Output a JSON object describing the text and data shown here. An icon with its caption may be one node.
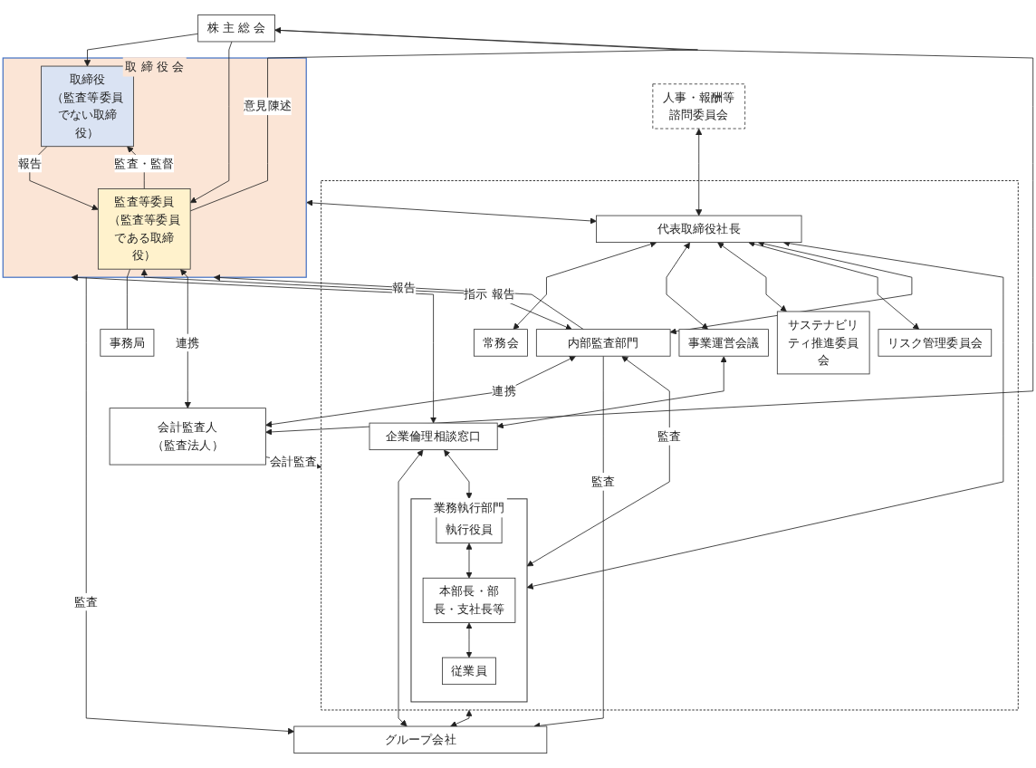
{
  "diagram": {
    "nodes": [
      {
        "text": [
          "株 主 総 会"
        ]
      },
      {
        "text": [
          "取 締 役 会"
        ]
      },
      {
        "text": [
          "取締役",
          "（監査等委員でない取締役）"
        ],
        "in": 1
      },
      {
        "text": [
          "監査等委員",
          "（監査等委員である取締役）"
        ],
        "in": 1
      },
      {
        "text": [
          "事務局"
        ]
      },
      {
        "text": [
          "人事・報酬等諮問委員会"
        ]
      },
      {
        "text": [],
        "shape": "box"
      },
      {
        "text": [
          "代表取締役社長"
        ],
        "in": 6
      },
      {
        "text": [
          "業務執行部門"
        ],
        "in": 6
      },
      {
        "text": [
          "執行役員"
        ],
        "in": 8
      },
      {
        "text": [
          "本部長・部長・支社長等"
        ],
        "in": 8
      },
      {
        "text": [
          "従業員"
        ],
        "in": 8
      },
      {
        "text": [
          "常務会"
        ],
        "in": 6
      },
      {
        "text": [
          "事業運営会議"
        ],
        "in": 6
      },
      {
        "text": [
          "サステナビリティ推進委員会"
        ],
        "in": 6
      },
      {
        "text": [
          "リスク管理委員会"
        ],
        "in": 6
      },
      {
        "text": [
          "内部監査部門"
        ],
        "in": 6
      },
      {
        "text": [
          "企業倫理相談窓口"
        ],
        "in": 6
      },
      {
        "text": [
          "会計監査人",
          "（監査法人）"
        ]
      },
      {
        "text": [
          "グループ会社"
        ]
      }
    ],
    "edges": [
      {
        "from": 0,
        "to": 2,
        "arrow": "to"
      },
      {
        "from": 0,
        "to": 3,
        "arrow": "to"
      },
      {
        "from": 3,
        "to": 0,
        "arrow": "to",
        "label": "意見陳述"
      },
      {
        "from": 3,
        "to": 2,
        "arrow": "to",
        "label": "監査・監督"
      },
      {
        "from": 2,
        "to": 3,
        "arrow": "to",
        "label": "報告"
      },
      {
        "from": 3,
        "to": 4,
        "arrow": "none"
      },
      {
        "from": 1,
        "to": 7,
        "arrow": "both"
      },
      {
        "from": 5,
        "to": 7,
        "arrow": "both"
      },
      {
        "from": 16,
        "to": 1,
        "arrow": "to",
        "label": "報告"
      },
      {
        "from": 3,
        "to": 16,
        "arrow": "both",
        "label": "指示 報告"
      },
      {
        "from": 3,
        "to": 18,
        "arrow": "both",
        "label": "連携"
      },
      {
        "from": 0,
        "to": 18,
        "arrow": "to"
      },
      {
        "from": 1,
        "to": 17,
        "arrow": "both"
      },
      {
        "from": 1,
        "to": 19,
        "arrow": "to",
        "label": "監査"
      },
      {
        "from": 18,
        "to": 6,
        "arrow": "to",
        "label": "会計監査"
      },
      {
        "from": 7,
        "to": 8,
        "arrow": "both"
      },
      {
        "from": 9,
        "to": 10,
        "arrow": "both"
      },
      {
        "from": 10,
        "to": 11,
        "arrow": "both"
      },
      {
        "from": 7,
        "to": 12,
        "arrow": "both"
      },
      {
        "from": 7,
        "to": 13,
        "arrow": "both"
      },
      {
        "from": 7,
        "to": 14,
        "arrow": "both"
      },
      {
        "from": 7,
        "to": 15,
        "arrow": "both"
      },
      {
        "from": 7,
        "to": 16,
        "arrow": "both"
      },
      {
        "from": 8,
        "to": 16,
        "arrow": "both",
        "label": "監査"
      },
      {
        "from": 8,
        "to": 17,
        "arrow": "both"
      },
      {
        "from": 13,
        "to": 17,
        "arrow": "both"
      },
      {
        "from": 16,
        "to": 18,
        "arrow": "both",
        "label": "連携"
      },
      {
        "from": 16,
        "to": 19,
        "arrow": "to",
        "label": "監査"
      },
      {
        "from": 6,
        "to": 19,
        "arrow": "both"
      },
      {
        "from": 17,
        "to": 19,
        "arrow": "both"
      }
    ]
  }
}
